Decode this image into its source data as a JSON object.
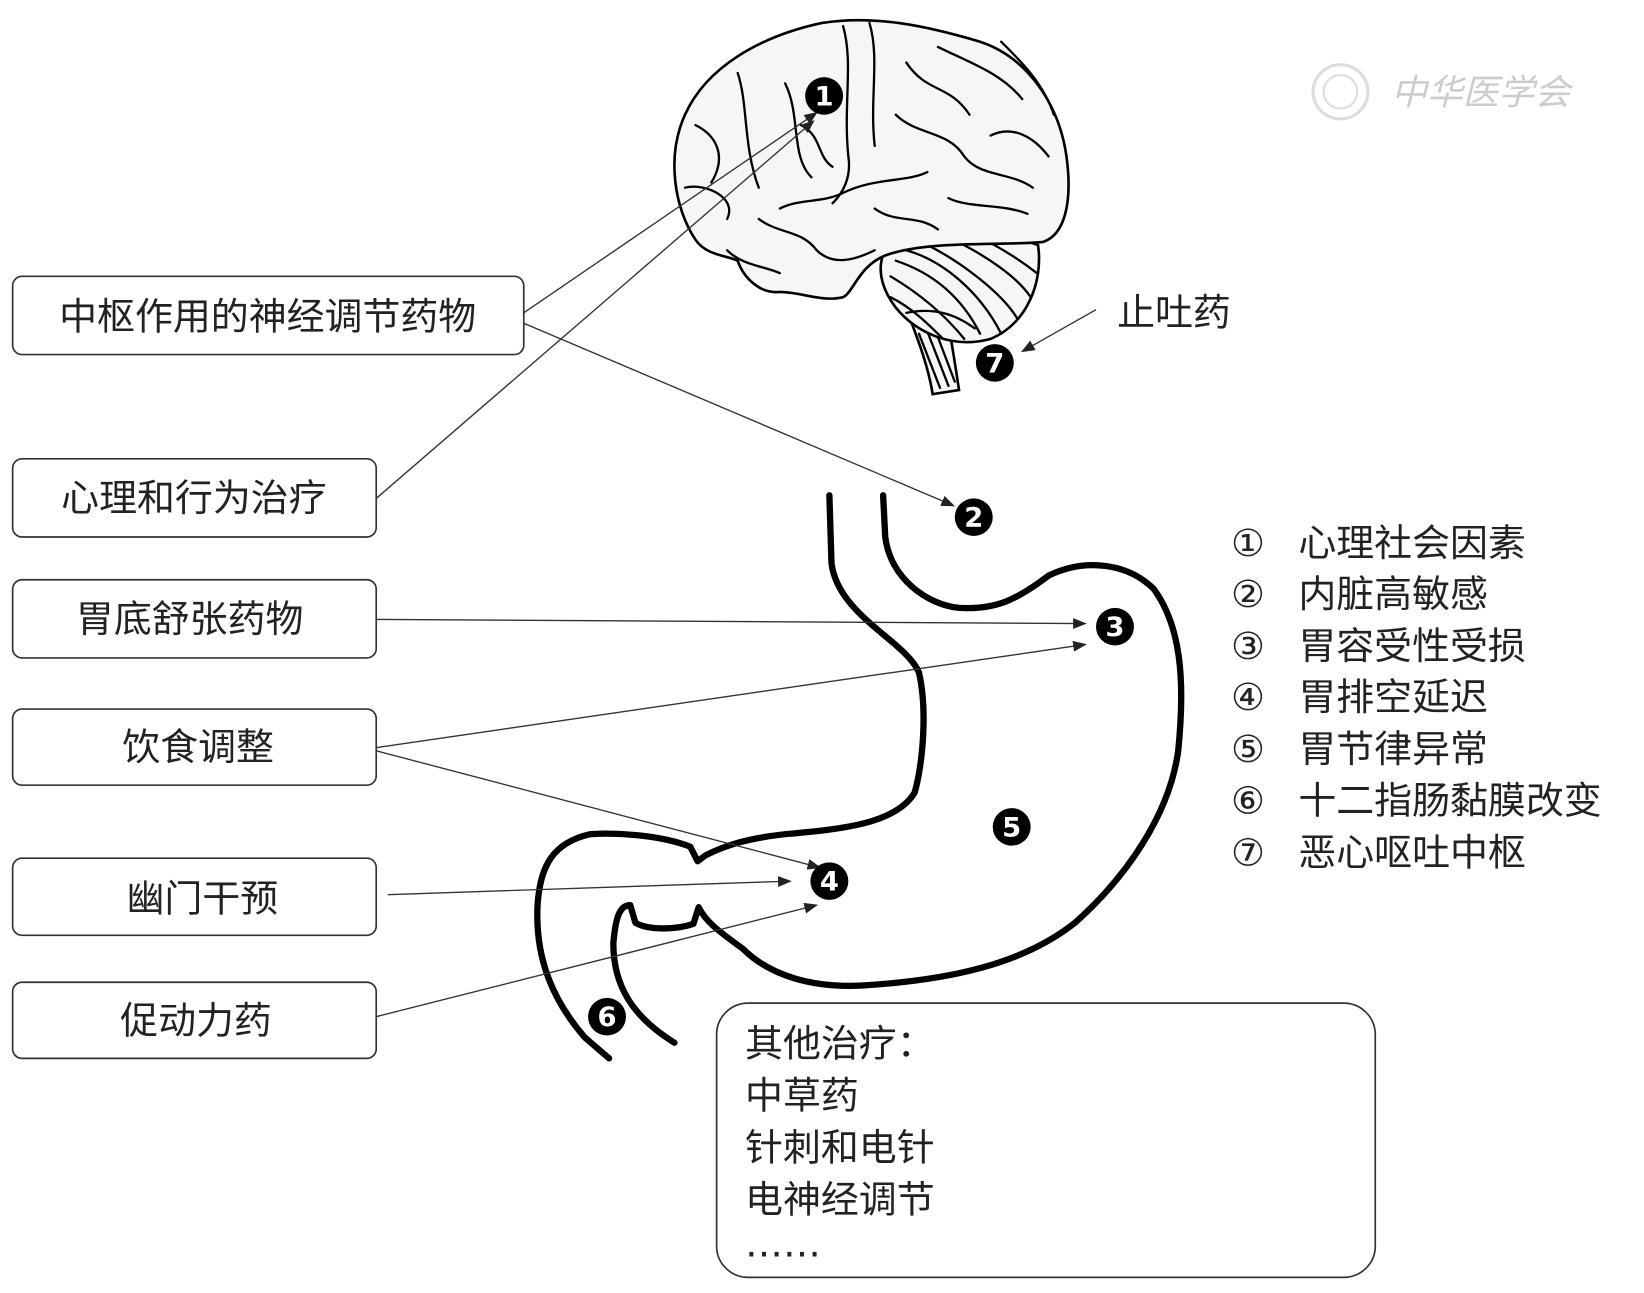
{
  "treatments": [
    {
      "label": "中枢作用的神经调节药物"
    },
    {
      "label": "心理和行为治疗"
    },
    {
      "label": "胃底舒张药物"
    },
    {
      "label": "饮食调整"
    },
    {
      "label": "幽门干预"
    },
    {
      "label": "促动力药"
    }
  ],
  "antiemetic_label": "止吐药",
  "markers": [
    "1",
    "2",
    "3",
    "4",
    "5",
    "6",
    "7"
  ],
  "legend": [
    {
      "num": "①",
      "text": "心理社会因素"
    },
    {
      "num": "②",
      "text": "内脏高敏感"
    },
    {
      "num": "③",
      "text": "胃容受性受损"
    },
    {
      "num": "④",
      "text": "胃排空延迟"
    },
    {
      "num": "⑤",
      "text": "胃节律异常"
    },
    {
      "num": "⑥",
      "text": "十二指肠黏膜改变"
    },
    {
      "num": "⑦",
      "text": "恶心呕吐中枢"
    }
  ],
  "other_treatments": {
    "title": "其他治疗：",
    "items": [
      "中草药",
      "针刺和电针",
      "电神经调节",
      "……"
    ]
  },
  "watermark": "中华医学会"
}
